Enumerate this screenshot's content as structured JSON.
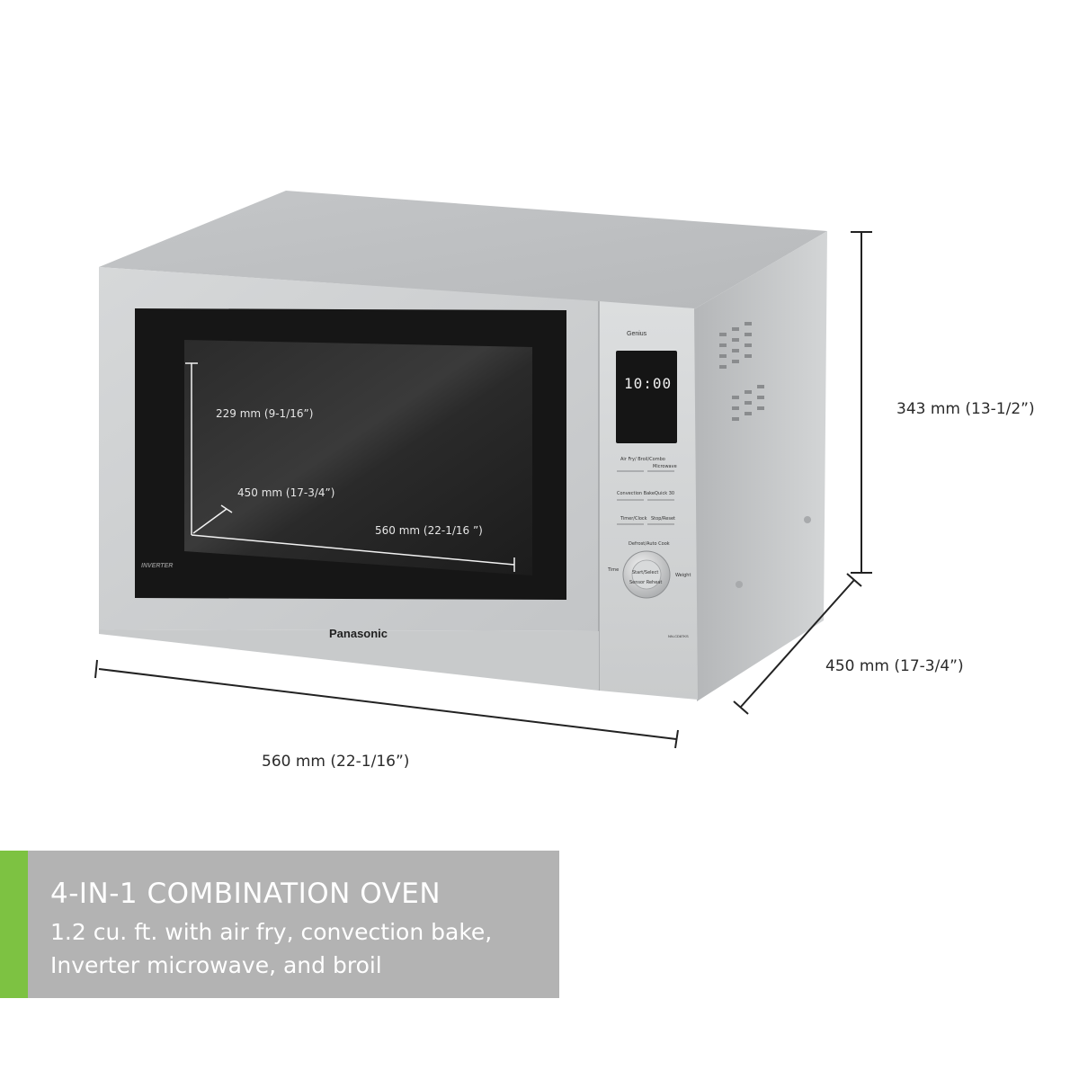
{
  "product": {
    "series_logo": "Genius",
    "display_reading": "10:00",
    "brand": "Panasonic",
    "inverter_badge": "INVERTER",
    "model": "NN-CD87KS",
    "buttons": [
      {
        "label": "Air Fry/ Broil/Combo"
      },
      {
        "label": "Microwave"
      },
      {
        "label": "Convection Bake"
      },
      {
        "label": "Quick 30"
      },
      {
        "label": "Timer/Clock"
      },
      {
        "label": "Stop/Reset"
      }
    ],
    "dial": {
      "top_label": "Defrost/Auto Cook",
      "left_label": "Time",
      "right_label": "Weight",
      "center_top": "Start/Select",
      "center_bottom": "Sensor Reheat"
    }
  },
  "dimensions": {
    "exterior_width": "560 mm (22-1/16”)",
    "exterior_depth": "450 mm (17-3/4”)",
    "exterior_height": "343 mm (13-1/2”)",
    "interior_height": "229 mm (9-1/16”)",
    "interior_depth": "450 mm (17-3/4”)",
    "interior_width": "560 mm (22-1/16 ”)"
  },
  "banner": {
    "title": "4-IN-1 COMBINATION OVEN",
    "line1": "1.2 cu. ft. with air fry, convection bake,",
    "line2": "Inverter microwave, and broil"
  },
  "colors": {
    "accent": "#7dc242",
    "banner_bg": "#b3b3b3",
    "steel": "#c9cbcc",
    "window": "#1e1e1e"
  }
}
